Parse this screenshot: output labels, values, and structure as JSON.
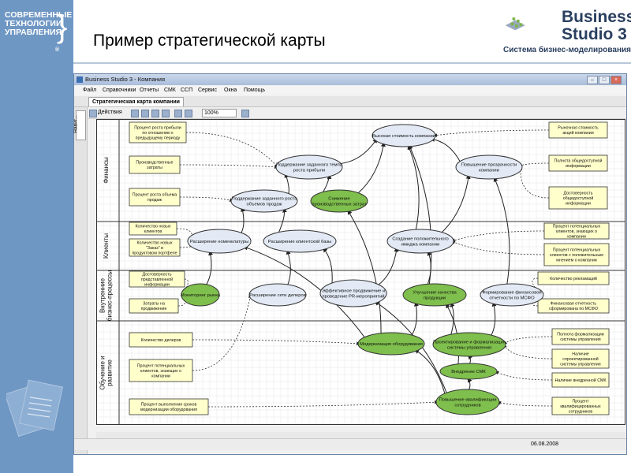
{
  "company_logo": {
    "line1": "СОВРЕМЕННЫЕ",
    "line2": "ТЕХНОЛОГИИ",
    "line3": "УПРАВЛЕНИЯ",
    "reg": "®"
  },
  "slide_title": "Пример стратегической карты",
  "product_logo": {
    "line1": "Business",
    "line2": "Studio 3",
    "subtitle": "Система бизнес-моделирования"
  },
  "window": {
    "title": "Business Studio 3 - Компания",
    "menu": [
      "Файл",
      "Справочники",
      "Отчеты",
      "СМК",
      "ССП",
      "Сервис",
      "Окна",
      "Помощь"
    ],
    "tab_label": "Стратегическая карта компании",
    "left_panel_label": "Навиг...",
    "toolbar": {
      "actions_label": "Действия",
      "zoom": "100%"
    },
    "status_date": "06.08.2008"
  },
  "map": {
    "lanes": [
      "Финансы",
      "Клиенты",
      "Внутренние бизнес-процессы",
      "Обучение и развитие"
    ],
    "goals": [
      {
        "label": "Высокая стоимость компании",
        "highlight": false
      },
      {
        "label": "Поддержание заданного темпа роста прибыли",
        "highlight": false
      },
      {
        "label": "Повышение прозрачности компании",
        "highlight": false
      },
      {
        "label": "Поддержание заданного роста объемов продаж",
        "highlight": false
      },
      {
        "label": "Снижение производственных затрат",
        "highlight": true
      },
      {
        "label": "Расширение номенклатуры",
        "highlight": false
      },
      {
        "label": "Расширение клиентской базы",
        "highlight": false
      },
      {
        "label": "Создание положительного имиджа компании",
        "highlight": false
      },
      {
        "label": "Мониторинг рынка",
        "highlight": true
      },
      {
        "label": "Расширение сети дилеров",
        "highlight": false
      },
      {
        "label": "Эффективное продвижение и проведение PR-мероприятий",
        "highlight": false
      },
      {
        "label": "Улучшение качества продукции",
        "highlight": true
      },
      {
        "label": "Формирование финансовой отчетности по МСФО",
        "highlight": false
      },
      {
        "label": "Модернизация оборудования",
        "highlight": true
      },
      {
        "label": "Проектирование и формализация системы управления",
        "highlight": true
      },
      {
        "label": "Внедрение СМК",
        "highlight": true
      },
      {
        "label": "Повышение квалификации сотрудников",
        "highlight": true
      }
    ],
    "indicators": [
      "Процент роста прибыли по отношению к предыдущему периоду",
      "Производственные затраты",
      "Процент роста объема продаж",
      "Рыночная стоимость акций компании",
      "Полнота общедоступной информации",
      "Достоверность общедоступной информации",
      "Количество новых клиентов",
      "Количество новых \"Заказ\" в продуктовом портфеле",
      "Процент потенциальных клиентов, знающих о компании",
      "Процент потенциальных клиентов с положительным мнением о компании",
      "Достоверность представленной информации",
      "Затраты на продвижение",
      "Количество рекламаций",
      "Финансовая отчетность сформирована по МСФО",
      "Количество дилеров",
      "Процент потенциальных клиентов, знающих о компании",
      "Процент выполнения сроков модернизации оборудования",
      "Полнота формализации системы управления",
      "Наличие спроектированной системы управления",
      "Наличие внедренной СМК",
      "Процент квалифицированных сотрудников"
    ]
  },
  "colors": {
    "band": "#6f97c4",
    "goal_fill": "#e3eaf5",
    "goal_highlight": "#7fbf4d",
    "indicator_fill": "#ffffcc"
  }
}
